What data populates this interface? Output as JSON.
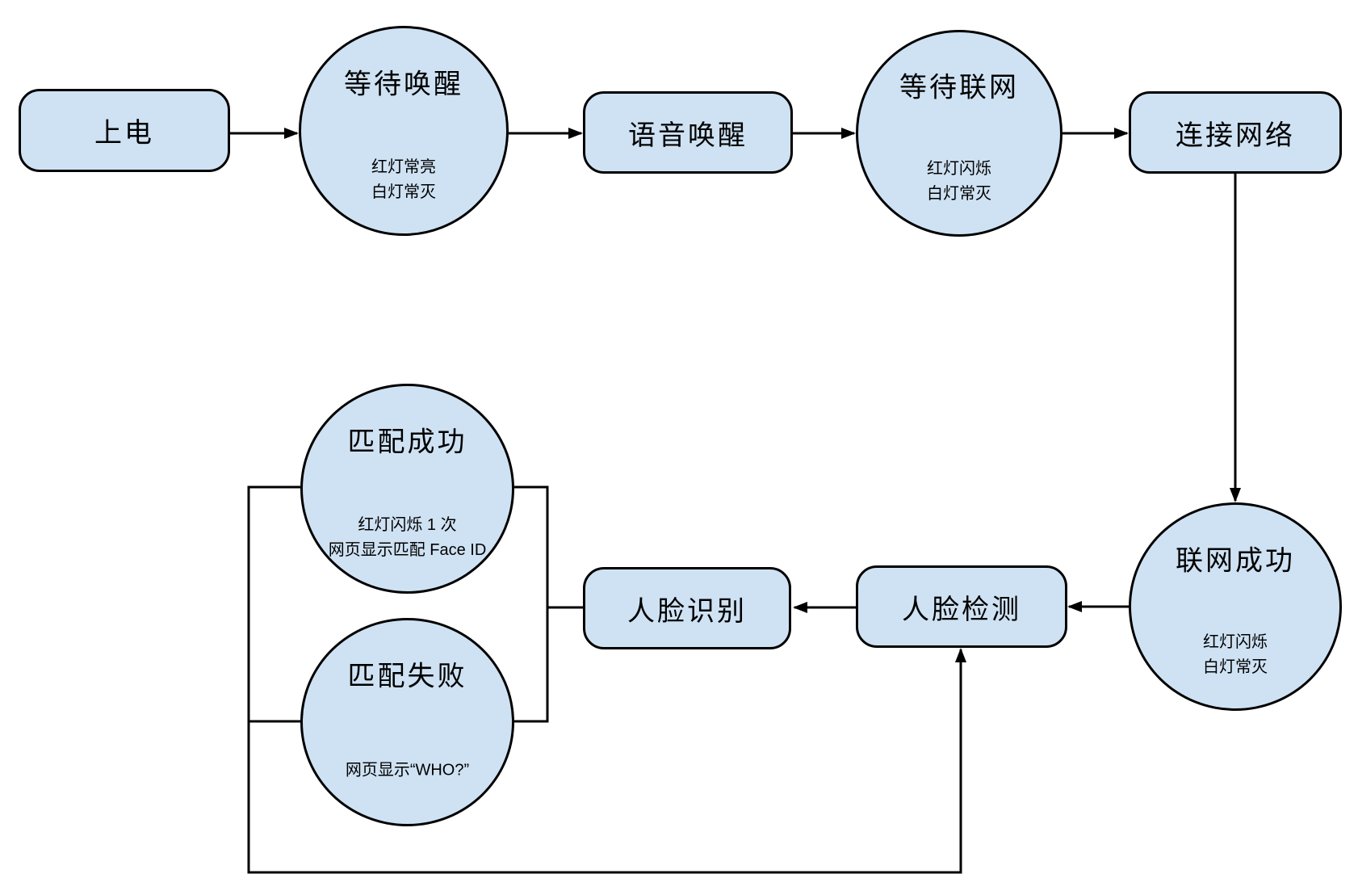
{
  "diagram": {
    "background_color": "#ffffff",
    "shape_fill_color": "#cfe2f3",
    "shape_border_color": "#000000",
    "line_color": "#000000",
    "nodes": {
      "power_on": {
        "label": "上电"
      },
      "wait_wake": {
        "title": "等待唤醒",
        "note": "红灯常亮\n白灯常灭"
      },
      "voice_wake": {
        "label": "语音唤醒"
      },
      "wait_network": {
        "title": "等待联网",
        "note": "红灯闪烁\n白灯常灭"
      },
      "connect_network": {
        "label": "连接网络"
      },
      "network_success": {
        "title": "联网成功",
        "note": "红灯闪烁\n白灯常灭"
      },
      "face_detect": {
        "label": "人脸检测"
      },
      "face_recognize": {
        "label": "人脸识别"
      },
      "match_success": {
        "title": "匹配成功",
        "note": "红灯闪烁 1 次\n网页显示匹配 Face ID"
      },
      "match_fail": {
        "title": "匹配失败",
        "note": "网页显示“WHO?”"
      }
    }
  }
}
